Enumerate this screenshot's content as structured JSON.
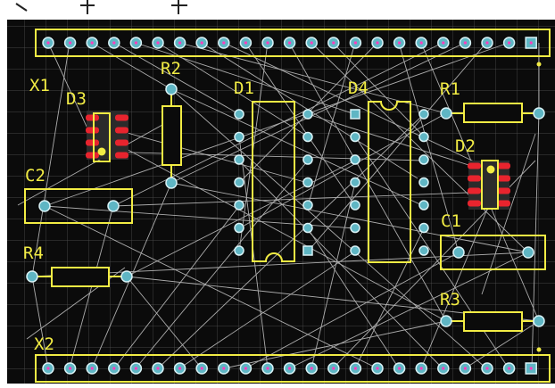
{
  "labels": {
    "x1": "X1",
    "x2": "X2",
    "d1": "D1",
    "d2": "D2",
    "d3": "D3",
    "d4": "D4",
    "r1": "R1",
    "r2": "R2",
    "r3": "R3",
    "r4": "R4",
    "c1": "C1",
    "c2": "C2"
  },
  "connector_pin_count": 23,
  "colors": {
    "board": "#0b0b0b",
    "grid": "#5a5a5a",
    "silkscreen": "#f2ec44",
    "pad": "#5fb6c4",
    "pad_ring": "#d9f2f6",
    "smd_pad": "#e8242e",
    "ratsnest": "#c9c9c9",
    "pin_dot": "#ff3fbf"
  }
}
